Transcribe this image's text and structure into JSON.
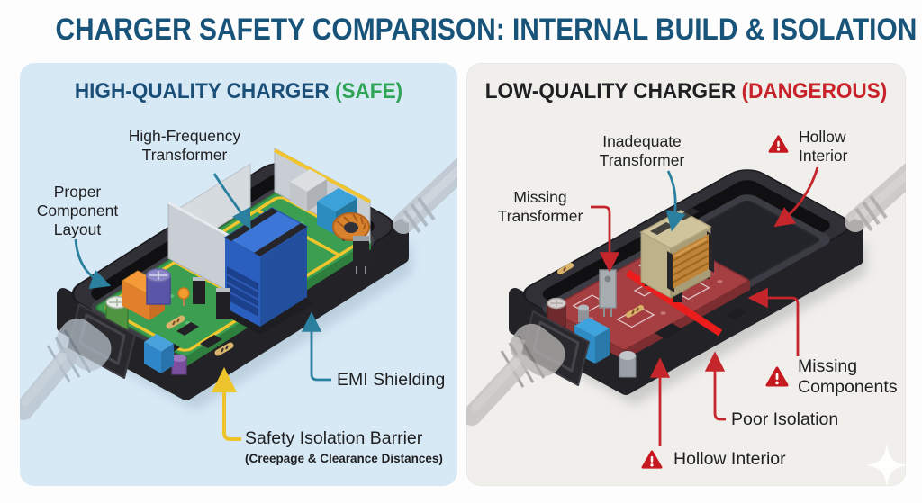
{
  "title": "CHARGER SAFETY COMPARISON: INTERNAL BUILD & ISOLATION",
  "safe_panel": {
    "heading": "HIGH-QUALITY CHARGER",
    "tag": "(SAFE)",
    "labels": {
      "transformer": [
        "High-Frequency",
        "Transformer"
      ],
      "layout": [
        "Proper",
        "Component",
        "Layout"
      ],
      "emi": "EMI Shielding",
      "barrier": "Safety Isolation Barrier",
      "barrier_sub": "(Creepage & Clearance Distances)"
    }
  },
  "danger_panel": {
    "heading": "LOW-QUALITY CHARGER",
    "tag": "(DANGEROUS)",
    "labels": {
      "inadequate": [
        "Inadequate",
        "Transformer"
      ],
      "missing_transformer": [
        "Missing",
        "Transformer"
      ],
      "hollow_top": [
        "Hollow",
        "Interior"
      ],
      "missing_components": [
        "Missing",
        "Components"
      ],
      "poor_isolation": "Poor Isolation",
      "hollow_bottom": "Hollow Interior"
    }
  },
  "colors": {
    "title_navy": "#185379",
    "safe_green": "#2fa457",
    "danger_red": "#c8232a",
    "safe_panel_bg": "#d8e9f6",
    "danger_panel_bg": "#f0efec",
    "callout_teal": "#2b7f9f",
    "callout_yellow": "#eec42c",
    "callout_red": "#c5262c",
    "pcb_green": "#3b9e50",
    "pcb_red": "#a63f42",
    "case_dark": "#2e2e33"
  }
}
